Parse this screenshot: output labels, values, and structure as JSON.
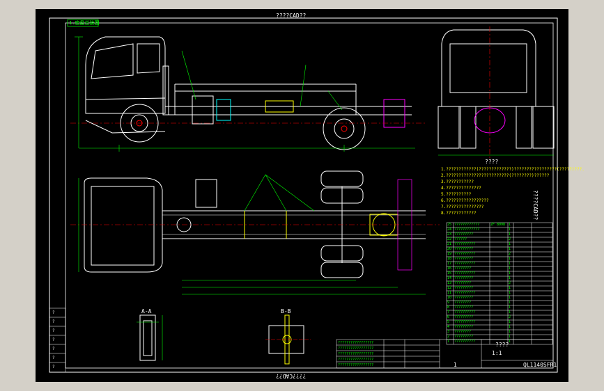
{
  "titles": {
    "top": "????CAD??",
    "bottom": "????CAD??",
    "right": "????CAD??",
    "top_left_box": "1.底盘总装图",
    "notes_header": "????"
  },
  "notes_lines": [
    "1.????????????(?????????????)?????????????????(?????)???.",
    "2.?????????????????????????(????????)??????",
    "3.???????????",
    "4.??????????????",
    "5.??????????",
    "6.?????????????????",
    "7.???????????????",
    "8.????????????"
  ],
  "parts_table": {
    "rows": [
      [
        "25",
        "????????????",
        "ZF 8098",
        "1",
        "",
        ""
      ],
      [
        "24",
        "????????????",
        "",
        "1",
        "",
        ""
      ],
      [
        "23",
        "?????????",
        "",
        "1",
        "",
        ""
      ],
      [
        "22",
        "??????",
        "",
        "2",
        "",
        ""
      ],
      [
        "21",
        "??????????",
        "",
        "1",
        "",
        ""
      ],
      [
        "20",
        "?????????",
        "",
        "1",
        "",
        ""
      ],
      [
        "19",
        "??????????",
        "",
        "2",
        "",
        ""
      ],
      [
        "18",
        "?????????",
        "",
        "1",
        "",
        ""
      ],
      [
        "17",
        "??????????",
        "",
        "1",
        "",
        ""
      ],
      [
        "16",
        "????????",
        "",
        "1",
        "",
        ""
      ],
      [
        "15",
        "??????????",
        "",
        "1",
        "",
        ""
      ],
      [
        "14",
        "?????????",
        "",
        "1",
        "",
        ""
      ],
      [
        "13",
        "????????",
        "",
        "2",
        "",
        ""
      ],
      [
        "12",
        "?????????",
        "",
        "1",
        "",
        ""
      ],
      [
        "11",
        "??????????",
        "",
        "1",
        "",
        ""
      ],
      [
        "10",
        "?????????",
        "",
        "1",
        "",
        ""
      ],
      [
        "9",
        "????????",
        "",
        "1",
        "",
        ""
      ],
      [
        "8",
        "?????????",
        "",
        "1",
        "",
        ""
      ],
      [
        "7",
        "??????????",
        "",
        "1",
        "",
        ""
      ],
      [
        "6",
        "?????????",
        "",
        "2",
        "",
        ""
      ],
      [
        "5",
        "??????????",
        "",
        "1",
        "",
        ""
      ],
      [
        "4",
        "?????????",
        "",
        "1",
        "",
        ""
      ],
      [
        "3",
        "????????",
        "",
        "1",
        "",
        ""
      ],
      [
        "2",
        "?????????",
        "",
        "1",
        "",
        ""
      ],
      [
        "1",
        "??????????",
        "",
        "1",
        "",
        ""
      ]
    ]
  },
  "title_block": {
    "name": "????",
    "drawing_no": "QL1140SFR1",
    "scale": "1:1",
    "sheet": "1"
  },
  "revision_rows": [
    "?????????????????",
    "?????????????????",
    "?????????????????",
    "?????????????????",
    "?????????????????"
  ],
  "left_strip": [
    "?",
    "?",
    "?",
    "?",
    "?",
    "?",
    "?"
  ],
  "labels": {
    "section_a": "A-A",
    "section_b": "B-B"
  }
}
